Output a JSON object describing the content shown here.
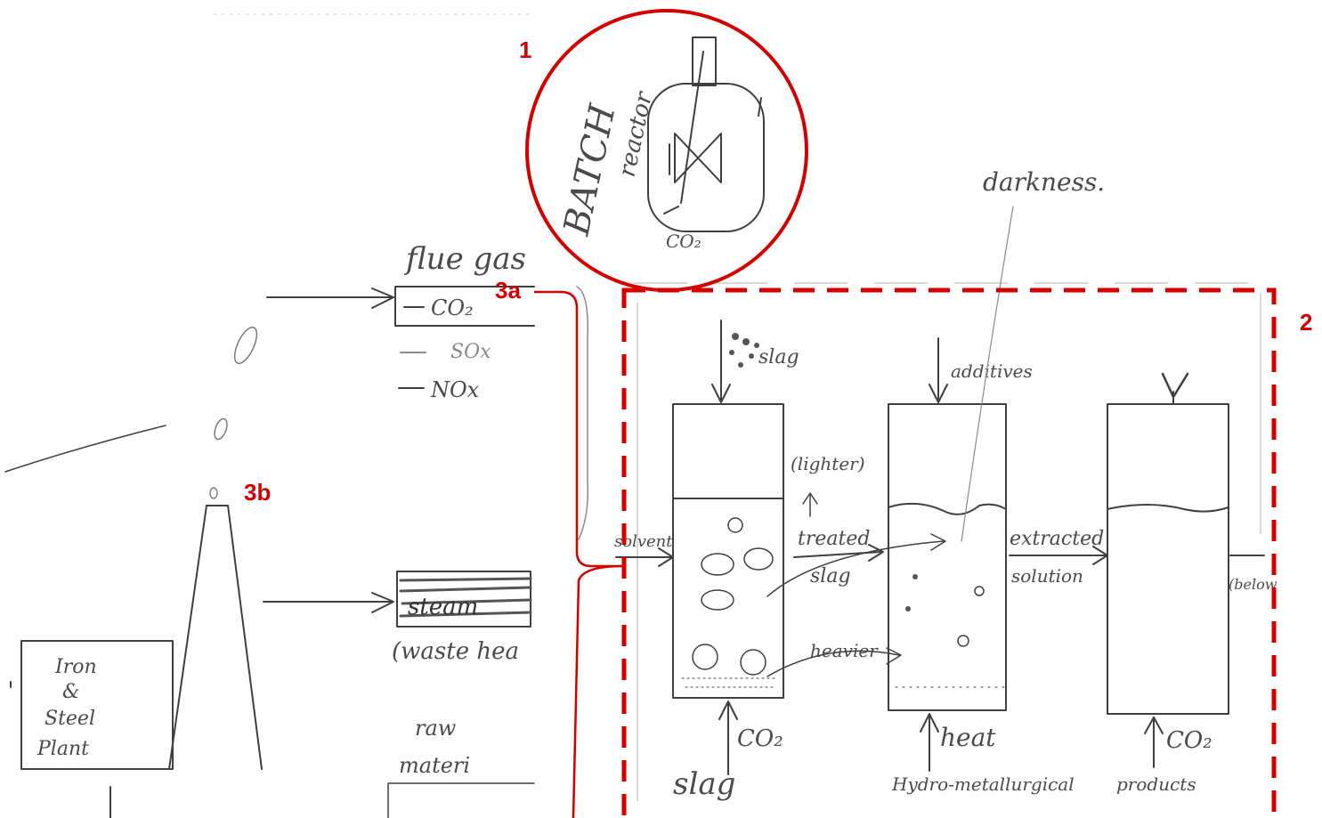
{
  "overlay": {
    "accent_color": "#d40000",
    "markers": {
      "m1": "1",
      "m2": "2",
      "m3a": "3a",
      "m3b": "3b"
    }
  },
  "sketch": {
    "batch": {
      "title": "BATCH",
      "subtitle": "reactor",
      "gas": "CO₂"
    },
    "flue_gas": {
      "title": "flue gas",
      "items": [
        "CO₂",
        "SOx",
        "NOx"
      ]
    },
    "plant": {
      "line1": "Iron",
      "line2": "&",
      "line3": "Steel",
      "line4": "Plant"
    },
    "steam": {
      "label": "steam",
      "note": "(waste hea"
    },
    "raw": {
      "line1": "raw",
      "line2": "materi"
    },
    "process": {
      "slag_in": "slag",
      "additives": "additives",
      "lighter": "(lighter)",
      "solvent": "solvent",
      "treated_slag": [
        "treated",
        "slag"
      ],
      "extracted_solution": [
        "extracted",
        "solution"
      ],
      "heavier": "heavier",
      "co2_1": "CO₂",
      "heat": "heat",
      "co2_3": "CO₂",
      "bottom_1": "slag",
      "bottom_2": "Hydro-metallurgical",
      "bottom_3": "products",
      "below": "(below",
      "annotation": "darkness."
    }
  }
}
